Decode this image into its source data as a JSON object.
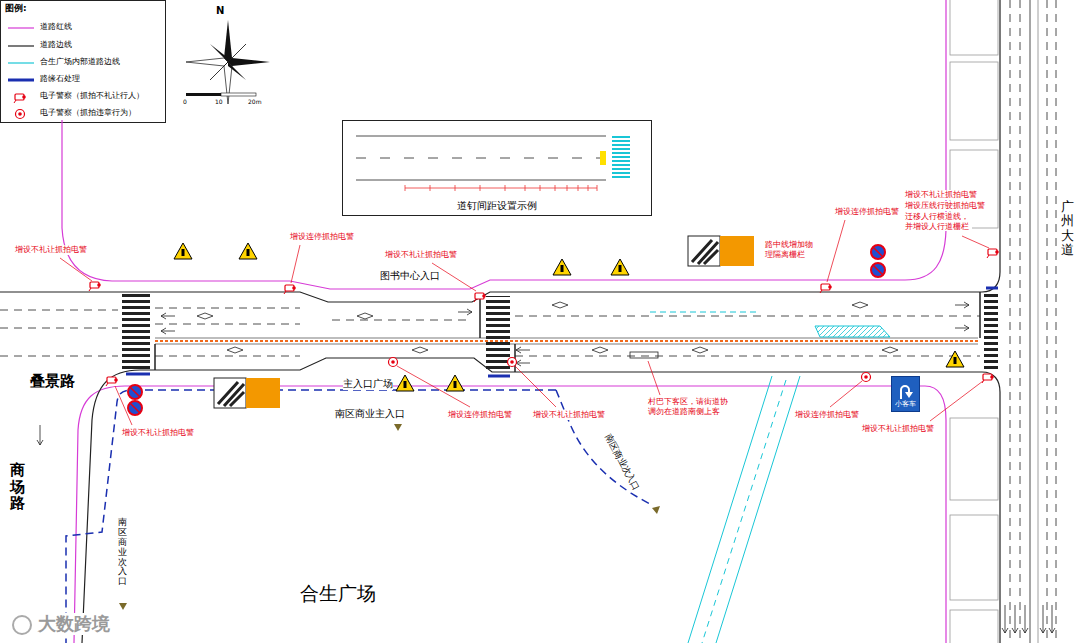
{
  "diagram": {
    "nodes": [
      {
        "text": [
          "道钉间距设置示例"
        ]
      },
      {
        "text": [
          "小客车"
        ]
      }
    ],
    "labels": [
      "图例:",
      "N",
      "0",
      "10",
      "20m",
      "叠景路",
      "商场路",
      "广州大道",
      "图书中心入口",
      "主入口广场",
      "南区商业主入口",
      "南区商业次入口",
      "南区商业次入口",
      "合生广场",
      "增设不礼让抓拍电警",
      "增设连停抓拍电警",
      "增设不礼让抓拍电警",
      "路中线增加物理隔离栅栏",
      "增设连停抓拍电警",
      "增设不礼让抓拍电警",
      "增设压线行驶抓拍电警",
      "迁移人行横道线，并增设人行道栅栏",
      "增设不礼让抓拍电警",
      "增设连停抓拍电警",
      "增设不礼让抓拍电警",
      "村巴下客区，请街道协调勿在道路南侧上客",
      "增设连停抓拍电警",
      "增设不礼让抓拍电警",
      "大数跨境"
    ],
    "legend": [
      {
        "text": "道路红线"
      },
      {
        "text": "道路边线"
      },
      {
        "text": "合生广场内部道路边线"
      },
      {
        "text": "路缘石处理"
      },
      {
        "text": "电子警察（抓拍不礼让行人）"
      },
      {
        "text": "电子警察（抓拍违章行为）"
      }
    ]
  }
}
